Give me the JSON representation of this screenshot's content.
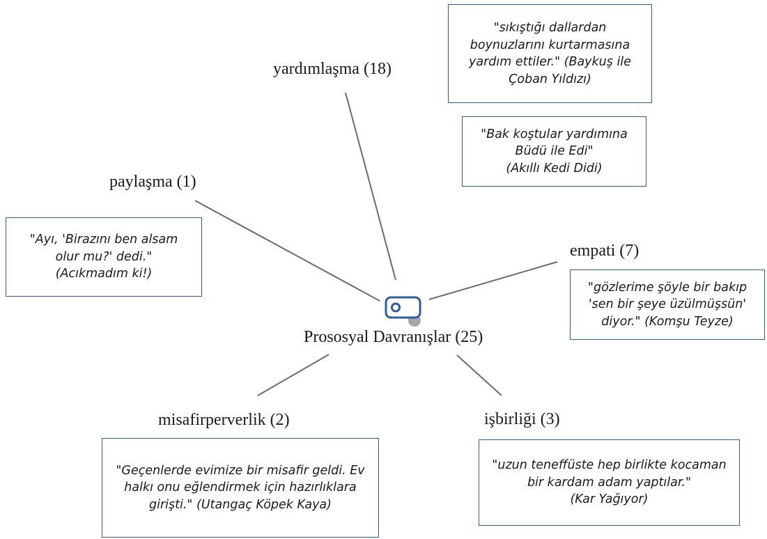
{
  "center": {
    "label": "Prososyal Davranışlar (25)",
    "icon": "code-tag-icon",
    "icon_color": "#2e5e9e",
    "shadow_color": "#a6a6a6"
  },
  "branches": {
    "yardimlasma": {
      "label": "yardımlaşma (18)",
      "quotes": [
        [
          "\"sıkıştığı dallardan",
          "boynuzlarını kurtarmasına",
          "yardım ettiler.\" (Baykuş ile",
          "Çoban Yıldızı)"
        ],
        [
          "\"Bak koştular yardımına",
          "Büdü ile Edi\"",
          "(Akıllı Kedi Didi)"
        ]
      ]
    },
    "paylasma": {
      "label": "paylaşma (1)",
      "quotes": [
        [
          "\"Ayı, 'Birazını ben alsam",
          "olur mu?' dedi.\"",
          "(Acıkmadım ki!)"
        ]
      ]
    },
    "empati": {
      "label": "empati (7)",
      "quotes": [
        [
          "\"gözlerime şöyle bir bakıp",
          "'sen bir şeye üzülmüşsün'",
          "diyor.\" (Komşu Teyze)"
        ]
      ]
    },
    "misafirperverlik": {
      "label": "misafirperverlik (2)",
      "quotes": [
        [
          "\"Geçenlerde evimize bir misafir geldi. Ev",
          "halkı onu eğlendirmek için hazırlıklara",
          "girişti.\" (Utangaç Köpek Kaya)"
        ]
      ]
    },
    "isbirligi": {
      "label": "işbirliği (3)",
      "quotes": [
        [
          "\"uzun teneffüste hep birlikte kocaman",
          "bir kardam adam yaptılar.\"",
          "(Kar Yağıyor)"
        ]
      ]
    }
  },
  "colors": {
    "line": "#6b6b6b",
    "box_border": "#2e5e9e"
  }
}
